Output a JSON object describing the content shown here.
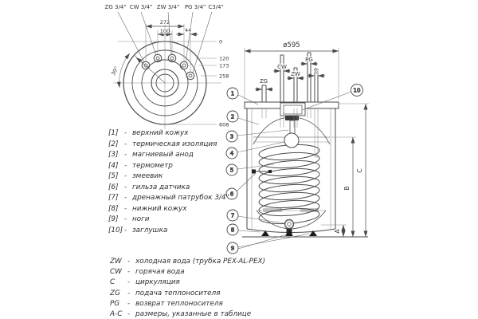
{
  "drawing": {
    "top_view": {
      "port_labels": [
        "ZG 3/4\"",
        "CW 3/4\"",
        "ZW 3/4\"",
        "PG 3/4\"",
        "C3/4\""
      ],
      "dims": {
        "outer": "272",
        "inner": "100",
        "side": "44",
        "angle": "30°"
      },
      "levels": [
        "0",
        "120",
        "173",
        "258",
        "608"
      ]
    },
    "side_view": {
      "diameter_label": "ø595",
      "pipe_labels": [
        "ZG",
        "CW",
        "ZW",
        "PG",
        "C"
      ],
      "height_labels": [
        "A",
        "B",
        "C"
      ],
      "callouts": [
        "1",
        "2",
        "3",
        "4",
        "5",
        "6",
        "7",
        "8",
        "9",
        "10"
      ]
    }
  },
  "legend": {
    "separator": "-",
    "items": [
      {
        "num": "[1]",
        "text": "верхний кожух"
      },
      {
        "num": "[2]",
        "text": "термическая изоляция"
      },
      {
        "num": "[3]",
        "text": "магниевый анод"
      },
      {
        "num": "[4]",
        "text": "термометр"
      },
      {
        "num": "[5]",
        "text": "змеевик"
      },
      {
        "num": "[6]",
        "text": "гильза датчика"
      },
      {
        "num": "[7]",
        "text": "дренажный патрубок 3/4\""
      },
      {
        "num": "[8]",
        "text": "нижний кожух"
      },
      {
        "num": "[9]",
        "text": "ноги"
      },
      {
        "num": "[10]",
        "text": "заглушка"
      }
    ]
  },
  "abbreviations": {
    "separator": "-",
    "items": [
      {
        "abbr": "ZW",
        "text": "холодная вода (трубка PEX-AL-PEX)"
      },
      {
        "abbr": "CW",
        "text": "горячая вода"
      },
      {
        "abbr": "C",
        "text": "циркуляция"
      },
      {
        "abbr": "ZG",
        "text": "подача теплоносителя"
      },
      {
        "abbr": "PG",
        "text": "возврат теплоносителя"
      },
      {
        "abbr": "A-C",
        "text": "размеры, указанные в таблице"
      }
    ]
  },
  "colors": {
    "line": "#4a4a4a",
    "text": "#333333",
    "background": "#ffffff"
  }
}
